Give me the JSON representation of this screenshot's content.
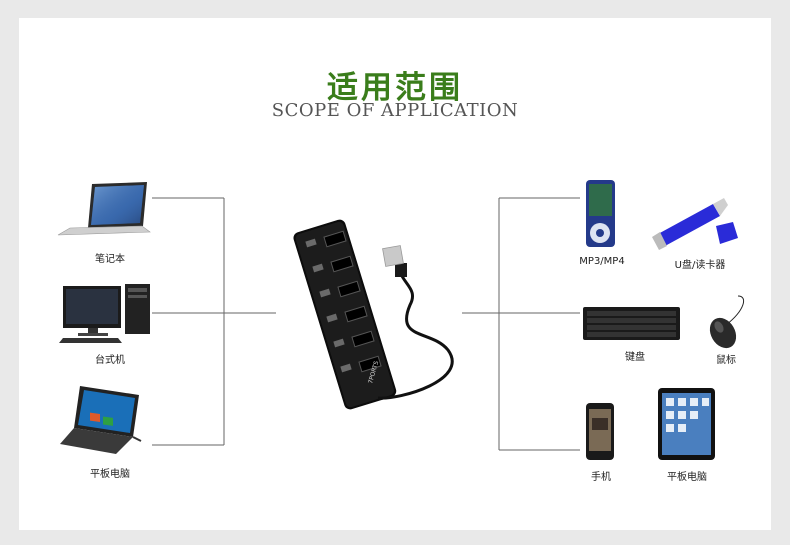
{
  "heading": {
    "title_cn": "适用范围",
    "title_en": "SCOPE OF APPLICATION"
  },
  "left_devices": [
    {
      "label": "笔记本",
      "icon": "laptop-icon"
    },
    {
      "label": "台式机",
      "icon": "desktop-computer-icon"
    },
    {
      "label": "平板电脑",
      "icon": "surface-tablet-icon"
    }
  ],
  "right_devices": [
    {
      "label": "MP3/MP4",
      "icon": "mp3-player-icon"
    },
    {
      "label": "U盘/读卡器",
      "icon": "usb-flash-drive-icon"
    },
    {
      "label": "键盘",
      "icon": "keyboard-icon"
    },
    {
      "label": "鼠标",
      "icon": "mouse-icon"
    },
    {
      "label": "手机",
      "icon": "mobile-phone-icon"
    },
    {
      "label": "平板电脑",
      "icon": "ipad-tablet-icon"
    }
  ],
  "hub": {
    "icon": "usb-hub-icon",
    "brand_text": "7PORTS"
  },
  "colors": {
    "title_green": "#3a7d1b",
    "line": "#555555",
    "background": "#e9e9e9"
  }
}
